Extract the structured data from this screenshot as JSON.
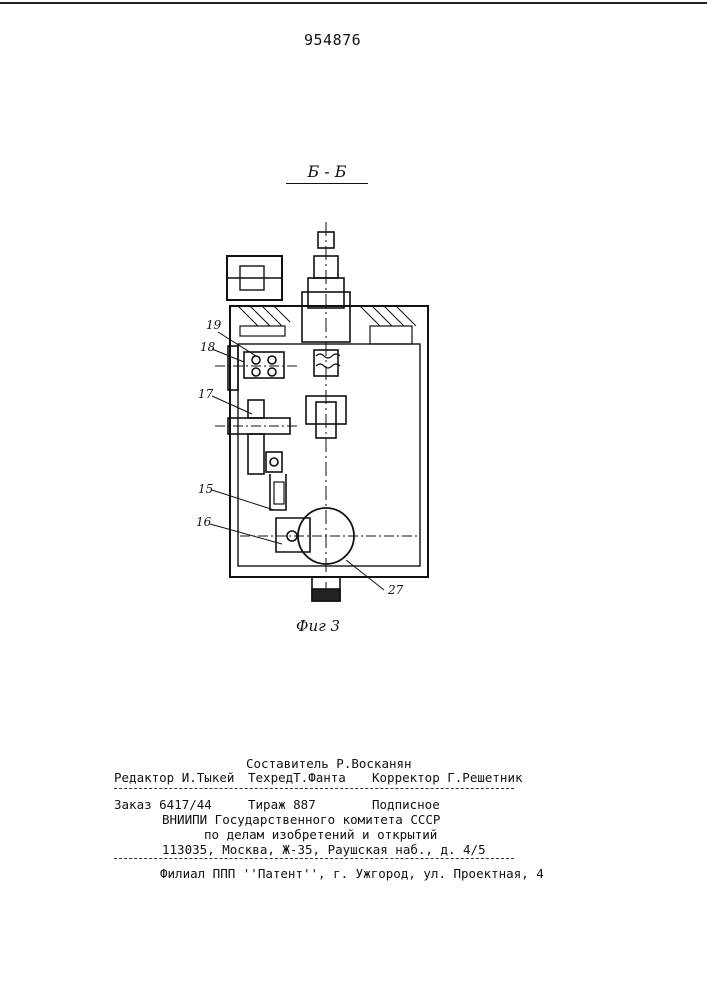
{
  "header": {
    "patent_number": "954876"
  },
  "drawing": {
    "section_label": "Б - Б",
    "figure_caption": "Фиг 3",
    "part_labels": [
      "19",
      "18",
      "17",
      "15",
      "16",
      "27"
    ]
  },
  "colophon": {
    "compiler": "Составитель Р.Восканян",
    "editor": "Редактор И.Тыкей",
    "techred": "ТехредТ.Фанта",
    "corrector": "Корректор Г.Решетник",
    "order": "Заказ 6417/44",
    "circulation": "Тираж 887",
    "subscription": "Подписное",
    "org_line1": "ВНИИПИ Государственного комитета СССР",
    "org_line2": "по делам изобретений и открытий",
    "address": "113035, Москва, Ж-35, Раушская наб., д. 4/5",
    "printer": "Филиал ППП ''Патент'', г. Ужгород, ул. Проектная, 4"
  }
}
